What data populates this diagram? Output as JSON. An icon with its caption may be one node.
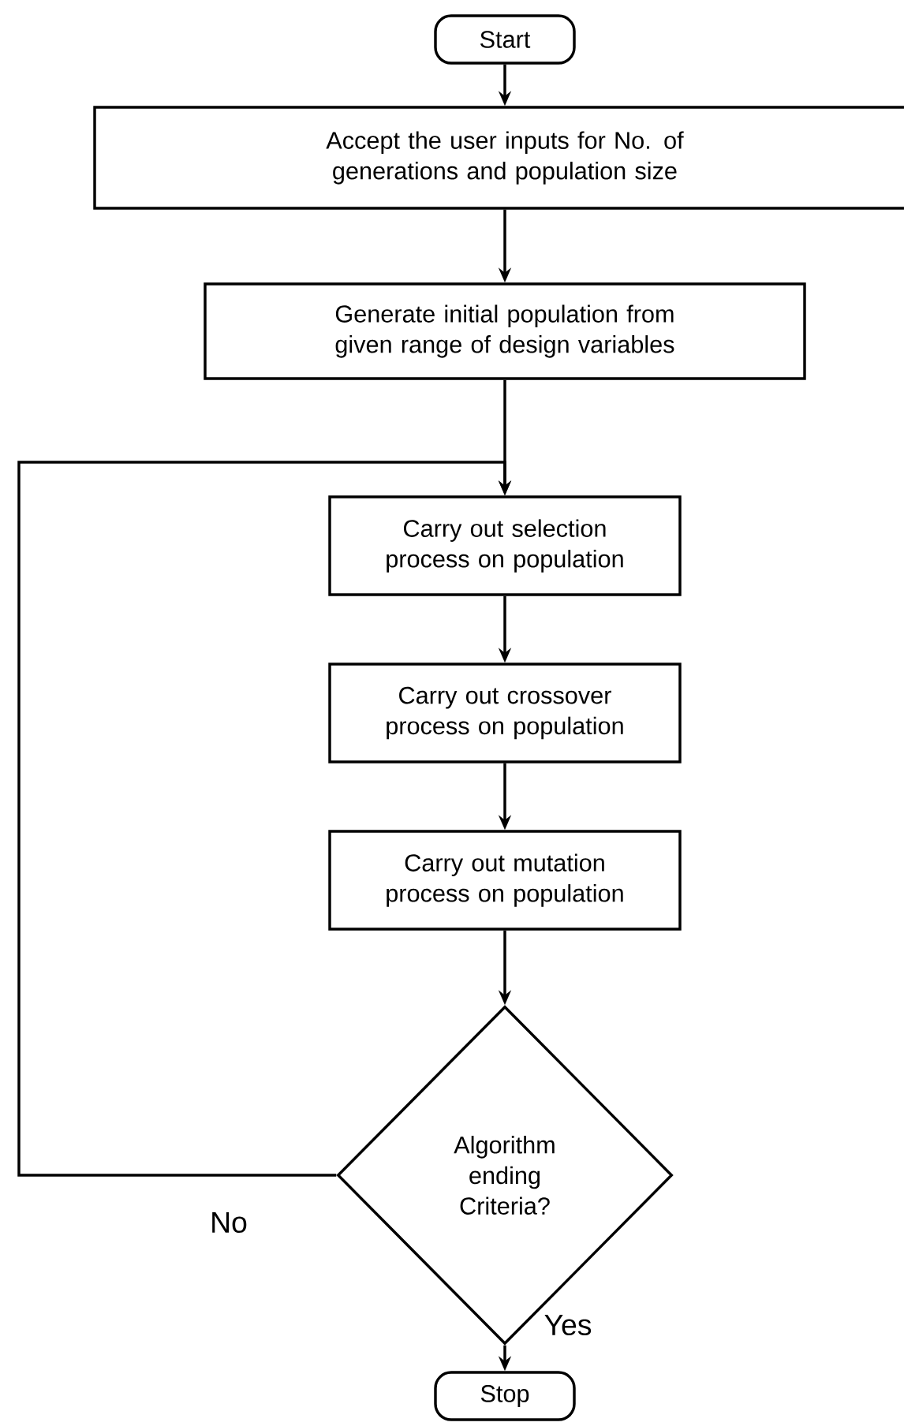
{
  "diagram": {
    "nodes": [
      {
        "text": [
          "Start"
        ]
      },
      {
        "text": [
          "Accept the user inputs for No. of generations and population size"
        ]
      },
      {
        "text": [
          "Generate initial population from given range of design variables"
        ]
      },
      {
        "text": [
          "Carry out selection process on population"
        ]
      },
      {
        "text": [
          "Carry out crossover process on population"
        ]
      },
      {
        "text": [
          "Carry out mutation process on population"
        ]
      },
      {
        "text": [
          "Algorithm ending Criteria?"
        ]
      },
      {
        "text": [
          "Stop"
        ]
      }
    ],
    "edges": [
      {
        "from": 0,
        "to": 1,
        "arrow": "to"
      },
      {
        "from": 1,
        "to": 2,
        "arrow": "to"
      },
      {
        "from": 2,
        "to": 3,
        "arrow": "to"
      },
      {
        "from": 3,
        "to": 4,
        "arrow": "to"
      },
      {
        "from": 4,
        "to": 5,
        "arrow": "to"
      },
      {
        "from": 5,
        "to": 6,
        "arrow": "to"
      },
      {
        "from": 6,
        "to": 3,
        "arrow": "to",
        "label": "No"
      },
      {
        "from": 6,
        "to": 7,
        "arrow": "to",
        "label": "Yes"
      }
    ]
  }
}
